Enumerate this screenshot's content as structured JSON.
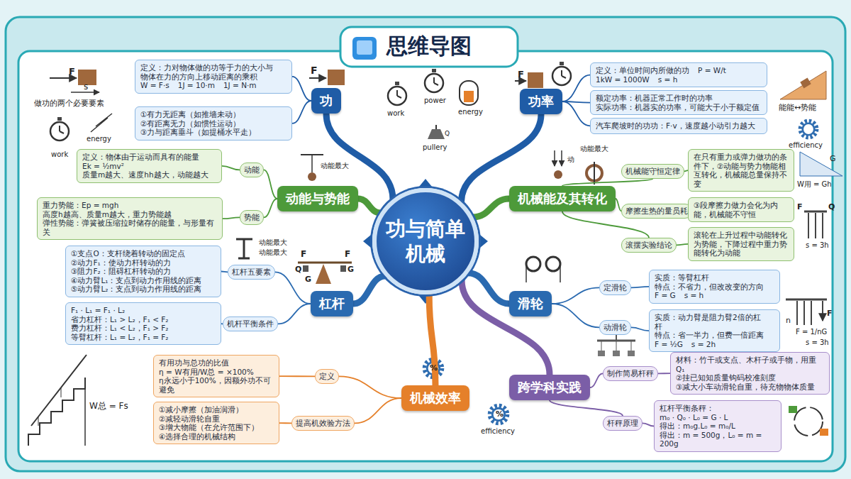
{
  "diagram": {
    "title": "思维导图",
    "nodes": [
      {
        "text": [
          "功与简单 机械"
        ]
      },
      {
        "text": [
          "功"
        ]
      },
      {
        "text": [
          "定义：力对物体做的功等于力的大小与物体在力的方向上移动距离的乘积",
          "W = F·s",
          "1J = 10·m",
          "1J = N·m"
        ]
      },
      {
        "text": [
          "①有力无距离（如推墙未动）",
          "②有距离无力（如惯性运动）",
          "③力与距离垂斗（如提桶水平走）"
        ]
      },
      {
        "text": [
          "功率"
        ]
      },
      {
        "text": [
          "定义：单位时间内所做的功",
          "P = W/t",
          "1kW = 1000W",
          "s = h"
        ]
      },
      {
        "text": [
          "额定功率：机器正常工作时的功率",
          "实际功率：机器实的功率，可能大于小于额定值"
        ]
      },
      {
        "text": [
          "汽车爬坡时的功功：F·v，速度越小动引力越大"
        ]
      },
      {
        "text": [
          "动能与势能"
        ]
      },
      {
        "text": [
          "动能"
        ]
      },
      {
        "text": [
          "定义：物体由于运动而具有的能量",
          "Ek = ½mv²",
          "质量m越大、速度hh越大，动能越大"
        ]
      },
      {
        "text": [
          "势能"
        ]
      },
      {
        "text": [
          "重力势能：Ep = mgh",
          "高度h越高、质量m越大，重力势能越",
          "弹性势能：弹簧被压缩拉时储存的能量，与形量有关"
        ]
      },
      {
        "text": [
          "机械能及其转化"
        ]
      },
      {
        "text": [
          "机械能守恒定律"
        ]
      },
      {
        "text": [
          "在只有重力或弹力做功的条件下，②动能与势力物能相互转化，机械能总量保持不变"
        ]
      },
      {
        "text": [
          "摩擦生热的量员耗"
        ]
      },
      {
        "text": [
          "③段摩擦力做力会化为内能，机械能不守恒"
        ]
      },
      {
        "text": [
          "滚摆实验结论"
        ]
      },
      {
        "text": [
          "滚轮在上升过程中动能转化为势能，下降过程中重力势能转化为动能"
        ]
      },
      {
        "text": [
          "杠杆"
        ]
      },
      {
        "text": [
          "杠杆五要素"
        ]
      },
      {
        "text": [
          "①支点O：支杆绕着转动的固定点",
          "②动力F₁：使动力杆转动的力",
          "③阻力F₂：阻碍杠杆转动的力",
          "④动力臂L₁：支点到动力作用线的距离",
          "⑤动力臂L₂：支点到动力作用线的距离"
        ]
      },
      {
        "text": [
          "机杆平衡条件"
        ]
      },
      {
        "text": [
          "F₁ · L₁ = F₁ · L₂",
          "省力杠杆：L₁ > L₂，F₁ < F₂",
          "费力杠杆：L₁ < L₂，F₁ > F₂",
          "等臂杠杆：L₁ = L₂，F₁ = F₂"
        ]
      },
      {
        "text": [
          "滑轮"
        ]
      },
      {
        "text": [
          "定滑轮"
        ]
      },
      {
        "text": [
          "实质：等臂杠杆",
          "特点：不省力，但改改变的方向",
          "F = G",
          "s = h"
        ]
      },
      {
        "text": [
          "动滑轮"
        ]
      },
      {
        "text": [
          "实质：动力臂是阻力臂2倍的杠杆",
          "特点：省一半力，但费一倍距离",
          "F = ½G",
          "s = 2h"
        ]
      },
      {
        "text": [
          "机械效率"
        ]
      },
      {
        "text": [
          "定义"
        ]
      },
      {
        "text": [
          "有用功与总功的比值",
          "η = W有用/W总 = ×100%",
          "η永远小于100%，因额外功不可避免"
        ]
      },
      {
        "text": [
          "提高机效验方法"
        ]
      },
      {
        "text": [
          "①减小摩擦（加油润滑）",
          "②减轻动滑轮自重",
          "③增大物能（在允许范围下）",
          "④选择合理的机械结构"
        ]
      },
      {
        "text": [
          "跨学科实践"
        ]
      },
      {
        "text": [
          "制作简易杆秤"
        ]
      },
      {
        "text": [
          "材料：竹干或支点、木杆子或手物，用重Q₁",
          "②挂已知知质量钩码校准刻度",
          "③减大小车动滑轮自重，待充物物体质量"
        ]
      },
      {
        "text": [
          "杆秤原理"
        ]
      },
      {
        "text": [
          "杠杆平衡条秤：",
          "m₀ · Q₀ · L₀ = G · L",
          "得出：m₀g.L₀ = m₀/L",
          "得出：m = 500g，L₀ = m = 200g"
        ]
      }
    ],
    "edges": [
      {
        "from": 0,
        "to": 1,
        "arrow": "none"
      },
      {
        "from": 0,
        "to": 4,
        "arrow": "none"
      },
      {
        "from": 0,
        "to": 8,
        "arrow": "none"
      },
      {
        "from": 0,
        "to": 13,
        "arrow": "none"
      },
      {
        "from": 0,
        "to": 20,
        "arrow": "none"
      },
      {
        "from": 0,
        "to": 25,
        "arrow": "none"
      },
      {
        "from": 0,
        "to": 30,
        "arrow": "none"
      },
      {
        "from": 0,
        "to": 35,
        "arrow": "none"
      },
      {
        "from": 1,
        "to": 2,
        "arrow": "none"
      },
      {
        "from": 1,
        "to": 3,
        "arrow": "none"
      },
      {
        "from": 4,
        "to": 5,
        "arrow": "none"
      },
      {
        "from": 4,
        "to": 6,
        "arrow": "none"
      },
      {
        "from": 4,
        "to": 7,
        "arrow": "none"
      },
      {
        "from": 8,
        "to": 9,
        "arrow": "none"
      },
      {
        "from": 9,
        "to": 10,
        "arrow": "none"
      },
      {
        "from": 8,
        "to": 11,
        "arrow": "none"
      },
      {
        "from": 11,
        "to": 12,
        "arrow": "none"
      },
      {
        "from": 13,
        "to": 14,
        "arrow": "none"
      },
      {
        "from": 14,
        "to": 15,
        "arrow": "none"
      },
      {
        "from": 13,
        "to": 16,
        "arrow": "none"
      },
      {
        "from": 16,
        "to": 17,
        "arrow": "none"
      },
      {
        "from": 13,
        "to": 18,
        "arrow": "none"
      },
      {
        "from": 18,
        "to": 19,
        "arrow": "none"
      },
      {
        "from": 20,
        "to": 21,
        "arrow": "none"
      },
      {
        "from": 21,
        "to": 22,
        "arrow": "none"
      },
      {
        "from": 20,
        "to": 23,
        "arrow": "none"
      },
      {
        "from": 23,
        "to": 24,
        "arrow": "none"
      },
      {
        "from": 25,
        "to": 26,
        "arrow": "none"
      },
      {
        "from": 26,
        "to": 27,
        "arrow": "none"
      },
      {
        "from": 25,
        "to": 28,
        "arrow": "none"
      },
      {
        "from": 28,
        "to": 29,
        "arrow": "none"
      },
      {
        "from": 30,
        "to": 31,
        "arrow": "none"
      },
      {
        "from": 31,
        "to": 32,
        "arrow": "none"
      },
      {
        "from": 30,
        "to": 33,
        "arrow": "none"
      },
      {
        "from": 33,
        "to": 34,
        "arrow": "none"
      },
      {
        "from": 35,
        "to": 36,
        "arrow": "none"
      },
      {
        "from": 36,
        "to": 37,
        "arrow": "none"
      },
      {
        "from": 35,
        "to": 38,
        "arrow": "none"
      },
      {
        "from": 38,
        "to": 39,
        "arrow": "none"
      }
    ],
    "labels": [
      "F",
      "s",
      "做功的两个必要要素",
      "work",
      "energy",
      "F",
      "work",
      "power",
      "energy",
      "Q",
      "pullery",
      "F",
      "能能↔势能",
      "efficiency",
      "G",
      "W用 = Gh",
      "F",
      "Q",
      "s = 3h",
      "动能最大",
      "动",
      "动能最大",
      "动能最大",
      "动能最大",
      "F",
      "F",
      "Q",
      "G",
      "G",
      "n",
      "F",
      "F = 1/nG",
      "s = 3h",
      "%",
      "%",
      "efficiency",
      "W总 = Fs"
    ]
  }
}
